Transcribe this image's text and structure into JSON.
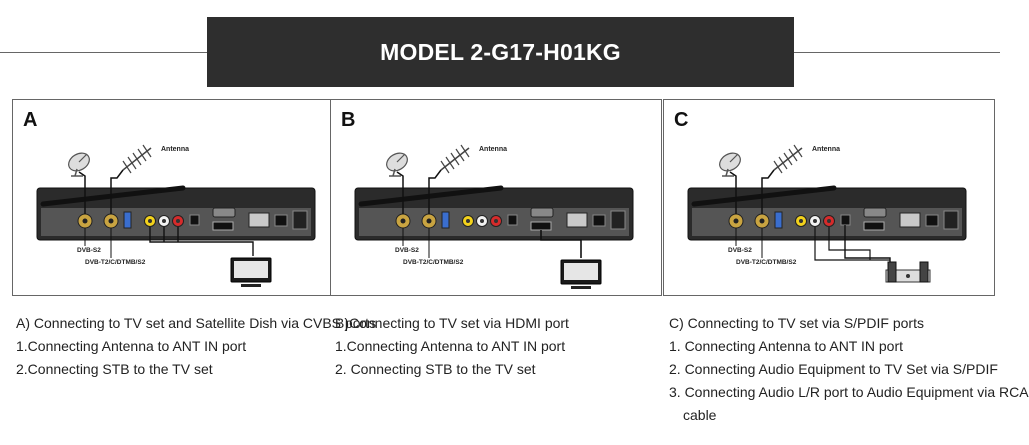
{
  "header": {
    "title": "MODEL 2-G17-H01KG"
  },
  "panels": [
    {
      "letter": "A",
      "antenna_label": "Antenna",
      "port_label_1": "DVB-S2",
      "port_label_2": "DVB-T2/C/DTMB/S2",
      "connection": "cvbs",
      "lines": [
        "A)  Connecting to TV set and Satellite Dish via CVBS ports",
        "1.Connecting Antenna to ANT IN port",
        "2.Connecting STB to the TV set"
      ]
    },
    {
      "letter": "B",
      "antenna_label": "Antenna",
      "port_label_1": "DVB-S2",
      "port_label_2": "DVB-T2/C/DTMB/S2",
      "connection": "hdmi",
      "lines": [
        "B)Connecting to TV set via HDMI port",
        "1.Connecting Antenna to ANT IN port",
        "2. Connecting STB to the TV set"
      ]
    },
    {
      "letter": "C",
      "antenna_label": "Antenna",
      "port_label_1": "DVB-S2",
      "port_label_2": "DVB-T2/C/DTMB/S2",
      "connection": "spdif",
      "lines": [
        "C)  Connecting to TV set via S/PDIF ports",
        "1. Connecting Antenna to ANT IN port",
        "2. Connecting Audio Equipment to TV Set via S/PDIF",
        "3. Connecting Audio L/R port to Audio Equipment via RCA",
        "cable"
      ]
    }
  ]
}
